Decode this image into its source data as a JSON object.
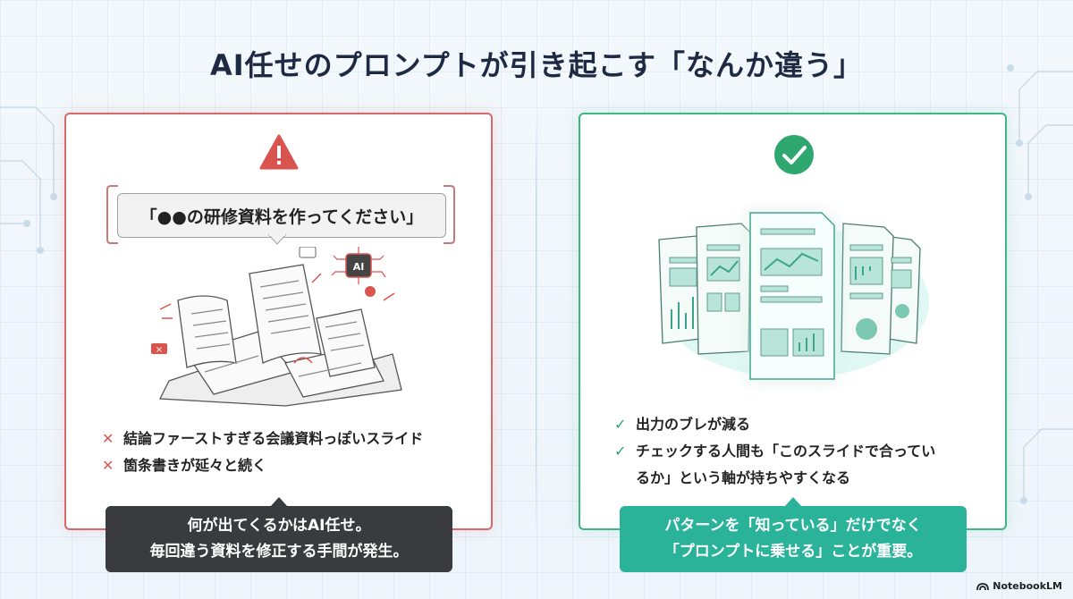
{
  "title": "AI任せのプロンプトが引き起こす「なんか違う」",
  "left_panel": {
    "icon": "warning-icon",
    "prompt": "「●●の研修資料を作ってください」",
    "ai_chip_label": "AI",
    "bullets": [
      "結論ファーストすぎる会議資料っぽいスライド",
      "箇条書きが延々と続く"
    ],
    "callout": "何が出てくるかはAI任せ。\n毎回違う資料を修正する手間が発生。",
    "colors": {
      "accent": "#d46a6a",
      "callout_bg": "#3a3b3e"
    }
  },
  "right_panel": {
    "icon": "check-circle-icon",
    "bullets": [
      "出力のブレが減る",
      "チェックする人間も「このスライドで合ってい\nるか」という軸が持ちやすくなる"
    ],
    "callout": "パターンを「知っている」だけでなく\n「プロンプトに乗せる」ことが重要。",
    "colors": {
      "accent": "#3fb684",
      "callout_bg": "#2bb39a"
    }
  },
  "logo": "NotebookLM"
}
